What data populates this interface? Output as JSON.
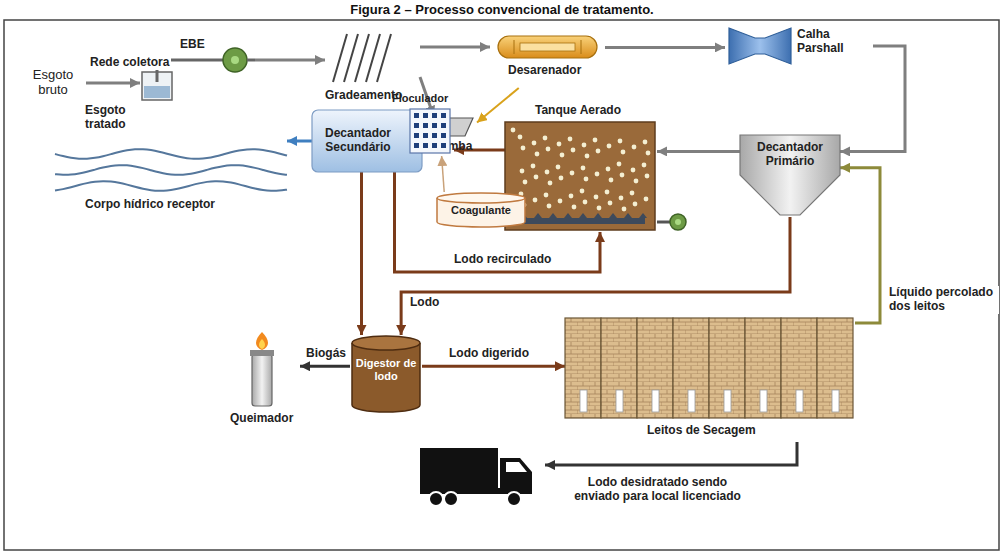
{
  "diagram": {
    "title": "Figura 2 – Processo convencional de tratamento.",
    "nodes": [
      {
        "text": [
          "Esgoto bruto"
        ]
      },
      {
        "text": [
          "EBE"
        ]
      },
      {
        "text": [
          "Gradeamento"
        ]
      },
      {
        "text": [
          "Desarenador"
        ]
      },
      {
        "text": [
          "Caçamba"
        ]
      },
      {
        "text": [
          "Calha Parshall"
        ]
      },
      {
        "text": [
          "Decantador Primário"
        ]
      },
      {
        "text": [
          "Tanque Aerado"
        ]
      },
      {
        "text": [
          "Floculador"
        ]
      },
      {
        "text": [
          "Coagulante"
        ]
      },
      {
        "text": [
          "Decantador Secundário"
        ]
      },
      {
        "text": [
          "Esgoto tratado",
          "Corpo hídrico receptor"
        ]
      },
      {
        "text": [
          "Digestor de lodo"
        ]
      },
      {
        "text": [
          "Queimador"
        ]
      },
      {
        "text": [
          "Leitos de Secagem"
        ]
      },
      {
        "text": [
          "Lodo desidratado sendo enviado para local licenciado"
        ]
      }
    ],
    "edges": [
      {
        "from": 0,
        "to": 1,
        "arrow": "to",
        "label": "Rede coletora"
      },
      {
        "from": 1,
        "to": 2,
        "arrow": "to"
      },
      {
        "from": 2,
        "to": 3,
        "arrow": "to"
      },
      {
        "from": 2,
        "to": 4,
        "arrow": "to"
      },
      {
        "from": 3,
        "to": 4,
        "arrow": "to"
      },
      {
        "from": 3,
        "to": 5,
        "arrow": "to"
      },
      {
        "from": 5,
        "to": 6,
        "arrow": "to"
      },
      {
        "from": 6,
        "to": 7,
        "arrow": "to"
      },
      {
        "from": 7,
        "to": 8,
        "arrow": "to"
      },
      {
        "from": 9,
        "to": 8,
        "arrow": "to"
      },
      {
        "from": 10,
        "to": 11,
        "arrow": "to"
      },
      {
        "from": 10,
        "to": 7,
        "arrow": "to",
        "label": "Lodo recirculado"
      },
      {
        "from": 6,
        "to": 12,
        "arrow": "to",
        "label": "Lodo"
      },
      {
        "from": 10,
        "to": 12,
        "arrow": "to"
      },
      {
        "from": 12,
        "to": 13,
        "arrow": "to",
        "label": "Biogás"
      },
      {
        "from": 12,
        "to": 14,
        "arrow": "to",
        "label": "Lodo digerido"
      },
      {
        "from": 14,
        "to": 6,
        "arrow": "to",
        "label": "Líquido percolado dos leitos"
      },
      {
        "from": 14,
        "to": 15,
        "arrow": "to"
      }
    ]
  }
}
